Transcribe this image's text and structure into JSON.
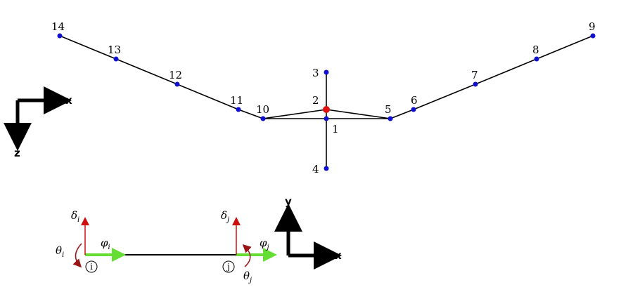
{
  "structure": {
    "nodes": [
      {
        "id": "1",
        "label": "1"
      },
      {
        "id": "2",
        "label": "2",
        "color": "#e01010"
      },
      {
        "id": "3",
        "label": "3"
      },
      {
        "id": "4",
        "label": "4"
      },
      {
        "id": "5",
        "label": "5"
      },
      {
        "id": "6",
        "label": "6"
      },
      {
        "id": "7",
        "label": "7"
      },
      {
        "id": "8",
        "label": "8"
      },
      {
        "id": "9",
        "label": "9"
      },
      {
        "id": "10",
        "label": "10"
      },
      {
        "id": "11",
        "label": "11"
      },
      {
        "id": "12",
        "label": "12"
      },
      {
        "id": "13",
        "label": "13"
      },
      {
        "id": "14",
        "label": "14"
      }
    ],
    "members": [
      [
        "14",
        "13"
      ],
      [
        "13",
        "12"
      ],
      [
        "12",
        "11"
      ],
      [
        "11",
        "10"
      ],
      [
        "10",
        "1"
      ],
      [
        "1",
        "5"
      ],
      [
        "5",
        "6"
      ],
      [
        "6",
        "7"
      ],
      [
        "7",
        "8"
      ],
      [
        "8",
        "9"
      ],
      [
        "10",
        "2"
      ],
      [
        "2",
        "5"
      ],
      [
        "3",
        "2"
      ],
      [
        "2",
        "1"
      ],
      [
        "1",
        "4"
      ]
    ],
    "node_color": "#1010d0",
    "axes": {
      "x_label": "x",
      "vertical_label": "z"
    }
  },
  "element": {
    "node_i": "i",
    "node_j": "j",
    "delta": "δ",
    "phi": "φ",
    "theta": "θ",
    "delta_color": "#cc1010",
    "rotation_color": "#9a1515",
    "twist_color": "#66dd33",
    "axes": {
      "x_label": "x",
      "y_label": "y"
    }
  }
}
